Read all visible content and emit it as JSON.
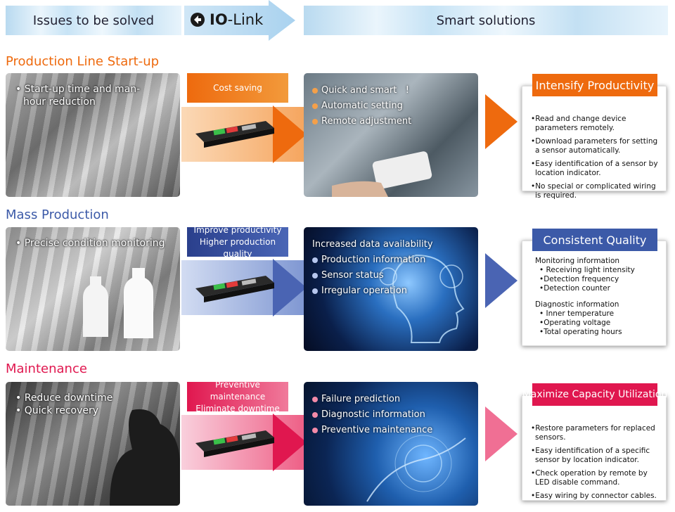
{
  "header": {
    "left": "Issues to be solved",
    "logo_text_bold": "IO",
    "logo_text": "-Link",
    "right": "Smart solutions"
  },
  "colors": {
    "orange": "#ee6a0e",
    "blue": "#3c5aa8",
    "crimson": "#e0174f"
  },
  "rows": [
    {
      "title": "Production Line Start-up",
      "issues": [
        "Start-up time and man-",
        "hour reduction"
      ],
      "badge": [
        "Cost saving"
      ],
      "features": [
        "Quick and smart",
        "Automatic setting",
        "Remote adjustment"
      ],
      "feature_exclaim": "!",
      "result": "Intensify Productivity",
      "points": [
        "•Read and change device parameters remotely.",
        "•Download parameters for setting a sensor automatically.",
        "•Easy identification of a sensor by location indicator.",
        "•No special or complicated wiring is required."
      ]
    },
    {
      "title": "Mass Production",
      "issues": [
        "Precise condition monitoring"
      ],
      "badge": [
        "Improve productivity",
        "Higher production quality"
      ],
      "features_title": "Increased data availability",
      "features": [
        "Production information",
        "Sensor status",
        "Irregular operation"
      ],
      "result": "Consistent Quality",
      "monitoring_title": "Monitoring information",
      "monitoring": [
        "• Receiving light intensity",
        "•Detection frequency",
        "•Detection counter"
      ],
      "diagnostic_title": "Diagnostic information",
      "diagnostic": [
        "• Inner temperature",
        "•Operating voltage",
        "•Total operating hours"
      ]
    },
    {
      "title": "Maintenance",
      "issues": [
        "Reduce downtime",
        "Quick recovery"
      ],
      "badge": [
        "Preventive maintenance",
        "Eliminate downtime"
      ],
      "features": [
        "Failure prediction",
        "Diagnostic information",
        "Preventive maintenance"
      ],
      "result": "Maximize Capacity Utilization",
      "points": [
        "•Restore parameters for replaced sensors.",
        "•Easy identification of a specific sensor by location indicator.",
        "•Check operation by remote by LED disable command.",
        "•Easy wiring by connector cables."
      ]
    }
  ]
}
